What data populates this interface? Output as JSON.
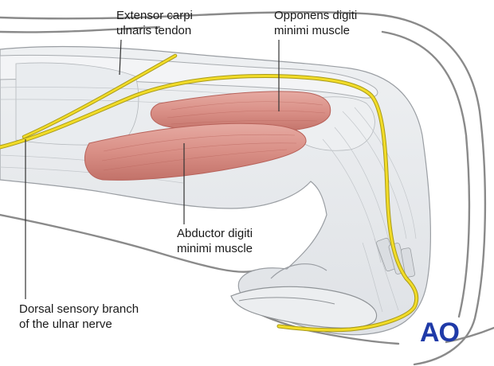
{
  "labels": {
    "extensor_carpi_ulnaris": {
      "line1": "Extensor carpi",
      "line2": "ulnaris tendon"
    },
    "opponens_digiti_minimi": {
      "line1": "Opponens digiti",
      "line2": "minimi muscle"
    },
    "abductor_digiti_minimi": {
      "line1": "Abductor digiti",
      "line2": "minimi muscle"
    },
    "dorsal_sensory_branch": {
      "line1": "Dorsal sensory branch",
      "line2": "of the ulnar nerve"
    }
  },
  "logo": {
    "text": "AO"
  },
  "colors": {
    "outline": "#8a8a8a",
    "nerve": "#f2dc28",
    "nerve_edge": "#a89a18",
    "muscle": "#d98f86",
    "muscle_dark": "#b8625a",
    "tissue": "#e6e9ec",
    "leader": "#333333",
    "logo": "#1f3aa8"
  }
}
